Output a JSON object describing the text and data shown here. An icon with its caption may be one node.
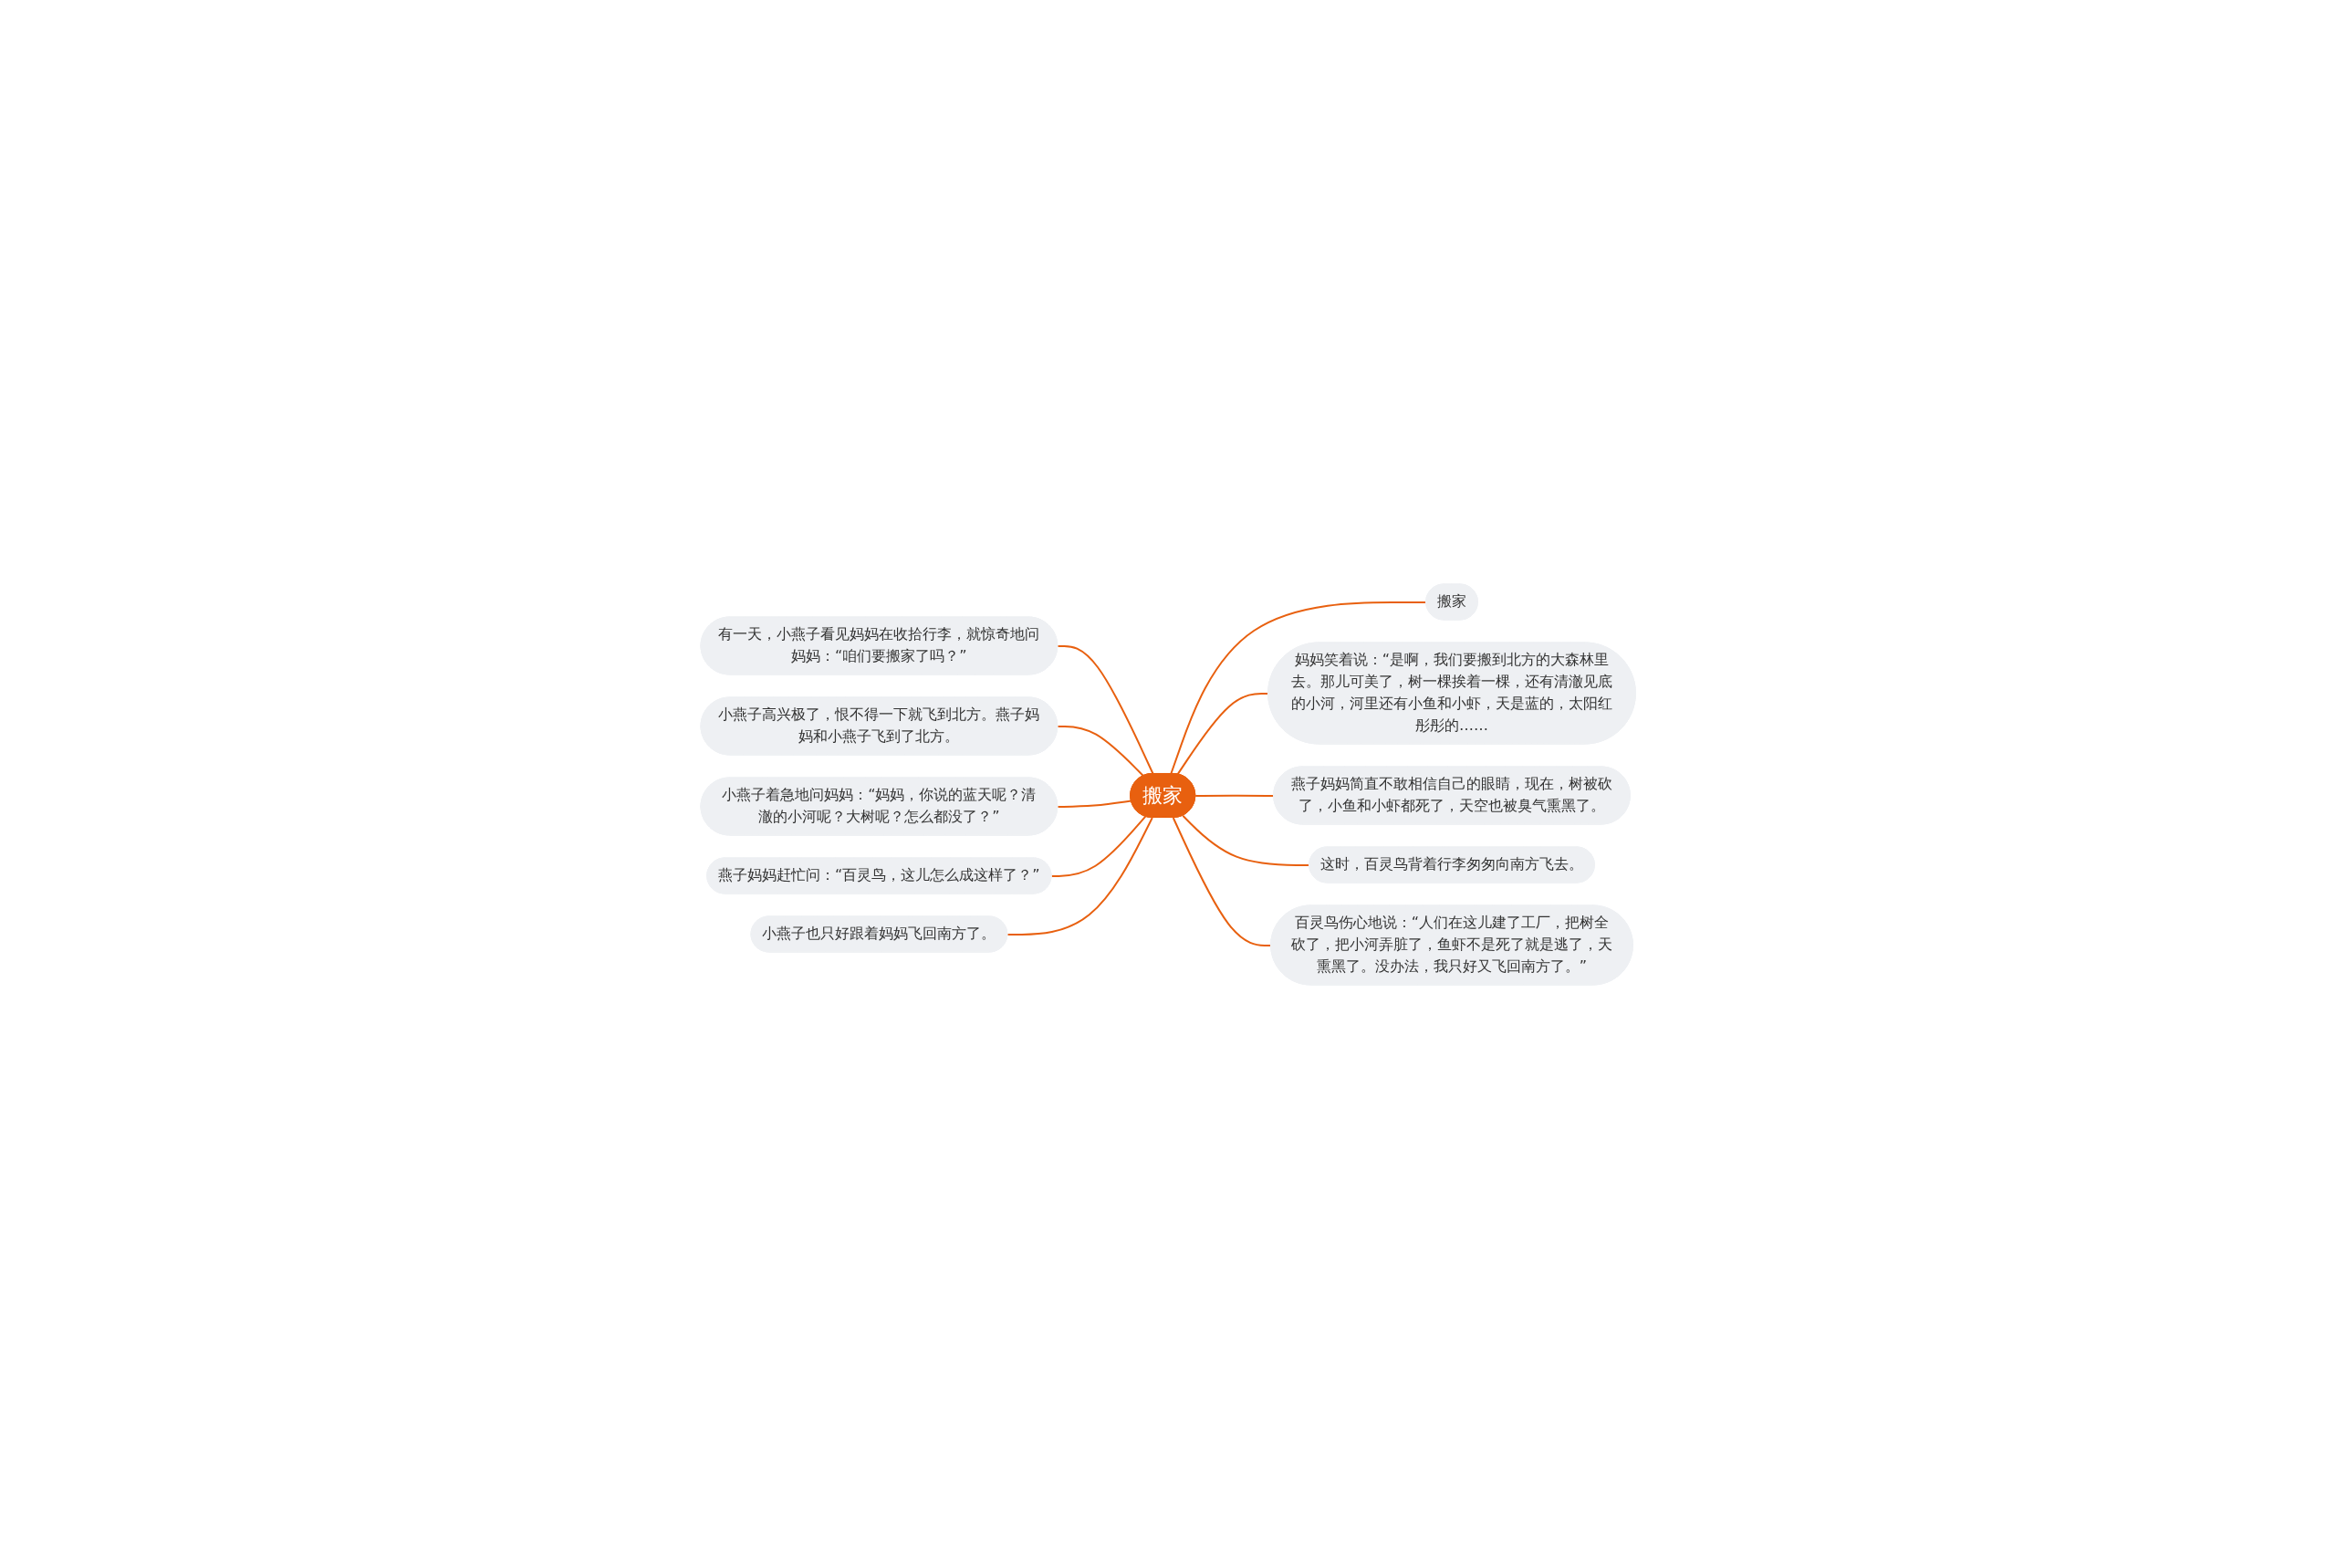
{
  "diagram": {
    "nodes": [
      {
        "text": [
          "搬家"
        ]
      },
      {
        "text": [
          "搬家"
        ]
      },
      {
        "text": [
          "妈妈笑着说：“是啊，我们要搬到北方的大森林里去。那儿可美了，树一棵挨着一棵，还有清澈见底的小河，河里还有小鱼和小虾，天是蓝的，太阳红彤彤的……"
        ]
      },
      {
        "text": [
          "燕子妈妈简直不敢相信自己的眼睛，现在，树被砍了，小鱼和小虾都死了，天空也被臭气熏黑了。"
        ]
      },
      {
        "text": [
          "这时，百灵鸟背着行李匆匆向南方飞去。"
        ]
      },
      {
        "text": [
          "百灵鸟伤心地说：“人们在这儿建了工厂，把树全砍了，把小河弄脏了，鱼虾不是死了就是逃了，天熏黑了。没办法，我只好又飞回南方了。”"
        ]
      },
      {
        "text": [
          "有一天，小燕子看见妈妈在收拾行李，就惊奇地问妈妈：“咱们要搬家了吗？”"
        ]
      },
      {
        "text": [
          "小燕子高兴极了，恨不得一下就飞到北方。燕子妈妈和小燕子飞到了北方。"
        ]
      },
      {
        "text": [
          "小燕子着急地问妈妈：“妈妈，你说的蓝天呢？清澈的小河呢？大树呢？怎么都没了？”"
        ]
      },
      {
        "text": [
          "燕子妈妈赶忙问：“百灵鸟，这儿怎么成这样了？”"
        ]
      },
      {
        "text": [
          "小燕子也只好跟着妈妈飞回南方了。"
        ]
      }
    ],
    "edges": [
      {
        "from": 0,
        "to": 1,
        "arrow": "none"
      },
      {
        "from": 0,
        "to": 2,
        "arrow": "none"
      },
      {
        "from": 0,
        "to": 3,
        "arrow": "none"
      },
      {
        "from": 0,
        "to": 4,
        "arrow": "none"
      },
      {
        "from": 0,
        "to": 5,
        "arrow": "none"
      },
      {
        "from": 0,
        "to": 6,
        "arrow": "none"
      },
      {
        "from": 0,
        "to": 7,
        "arrow": "none"
      },
      {
        "from": 0,
        "to": 8,
        "arrow": "none"
      },
      {
        "from": 0,
        "to": 9,
        "arrow": "none"
      },
      {
        "from": 0,
        "to": 10,
        "arrow": "none"
      }
    ]
  }
}
